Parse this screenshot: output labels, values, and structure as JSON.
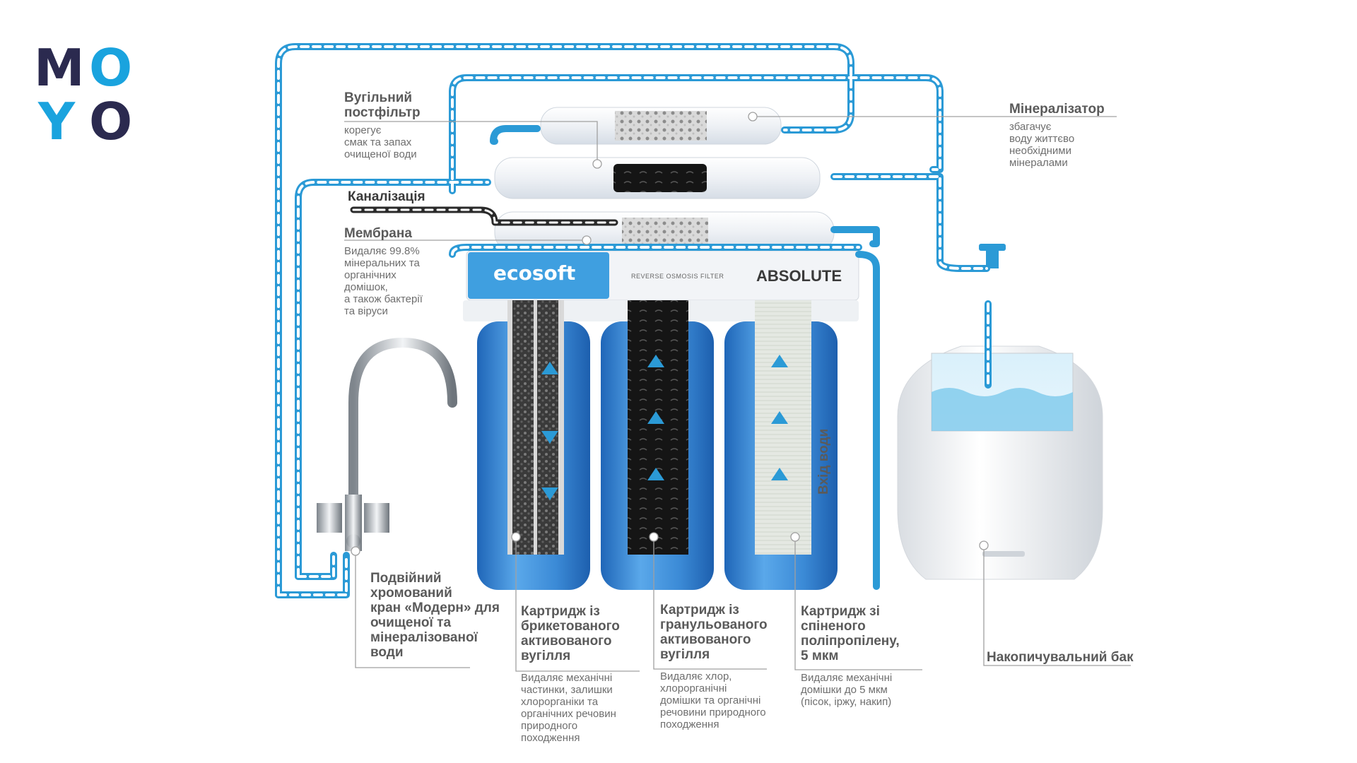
{
  "logo": {
    "letters": [
      "M",
      "O",
      "Y",
      "O"
    ],
    "colors": {
      "dark": "#2b2a4f",
      "blue": "#1aa3de"
    }
  },
  "colors": {
    "pipe": "#2b9ad6",
    "pipe_light": "#ffffff",
    "drain": "#2a2a2a",
    "filter_blue": "#3d8fd4",
    "leader": "#9a9a9a"
  },
  "product": {
    "brand": "ecosoft",
    "model": "ABSOLUTE",
    "tagline": "REVERSE OSMOSIS FILTER"
  },
  "labels": {
    "postfilter": {
      "title": [
        "Вугільний",
        "постфільтр"
      ],
      "desc": [
        "корегує",
        "смак та запах",
        "очищеної води"
      ]
    },
    "drain": {
      "title": [
        "Каналізація"
      ]
    },
    "membrane": {
      "title": [
        "Мембрана"
      ],
      "desc": [
        "Видаляє 99.8%",
        "мінеральних та",
        "органічних",
        "домішок,",
        "а також бактерії",
        "та віруси"
      ]
    },
    "mineralizer": {
      "title": [
        "Мінералізатор"
      ],
      "desc": [
        "збагачує",
        "воду життєво",
        "необхідними",
        "мінералами"
      ]
    },
    "faucet": {
      "title": [
        "Подвійний",
        "хромований",
        "кран «Модерн» для",
        "очищеної та",
        "мінералізованої",
        "води"
      ]
    },
    "cartridge1": {
      "title": [
        "Картридж із",
        "брикетованого",
        "активованого",
        "вугілля"
      ],
      "desc": [
        "Видаляє механічні",
        "частинки, залишки",
        "хлорорганіки та",
        "органічних речовин",
        "природного",
        "походження"
      ]
    },
    "cartridge2": {
      "title": [
        "Картридж із",
        "гранульованого",
        "активованого",
        "вугілля"
      ],
      "desc": [
        "Видаляє хлор,",
        "хлорорганічні",
        "домішки та органічні",
        "речовини природного",
        "походження"
      ]
    },
    "cartridge3": {
      "title": [
        "Картридж зі",
        "спіненого",
        "поліпропілену,",
        "5 мкм"
      ],
      "desc": [
        "Видаляє механічні",
        "домішки до 5 мкм",
        "(пісок, іржу, накип)"
      ]
    },
    "tank": {
      "title": [
        "Накопичувальний бак"
      ]
    },
    "inlet": {
      "title": [
        "Вхід води"
      ]
    }
  }
}
